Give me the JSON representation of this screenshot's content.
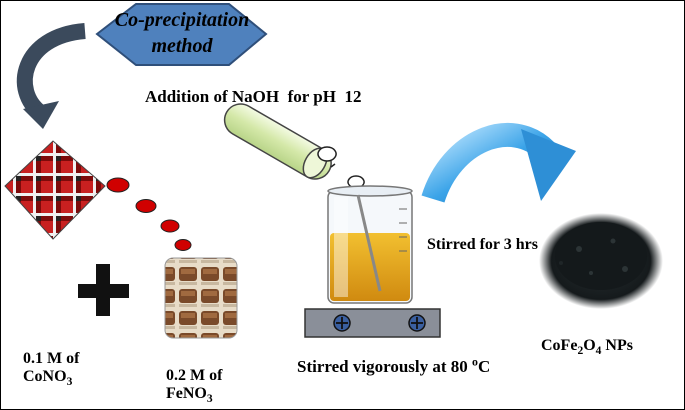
{
  "method_title": {
    "line1": "Co-precipitation",
    "line2": "method"
  },
  "step_naoh": "Addition of NaOH  for pH  12",
  "reagent_co": {
    "line1": "0.1 M of",
    "line2_base": "CoNO",
    "line2_sub": "3"
  },
  "reagent_fe": {
    "line1": "0.2 M of",
    "line2_base": "FeNO",
    "line2_sub": "3"
  },
  "step_stir_time": "Stirred for 3 hrs",
  "step_stir_temp": {
    "text": "Stirred vigorously at 80 ",
    "degree": "o",
    "unit": "C"
  },
  "product": {
    "base1": "CoFe",
    "sub1": "2",
    "base2": "O",
    "sub2": "4",
    "suffix": " NPs"
  },
  "colors": {
    "hexagon_fill": "#4f81bd",
    "hexagon_stroke": "#2f4f7a",
    "curved_arrow": "#3b4a5c",
    "droplet_red": "#d00000",
    "tube_green": "#d4e8a8",
    "blue_arrow": "#3aa3e8",
    "hotplate": "#8a8f99",
    "powder": "#151a1c"
  }
}
